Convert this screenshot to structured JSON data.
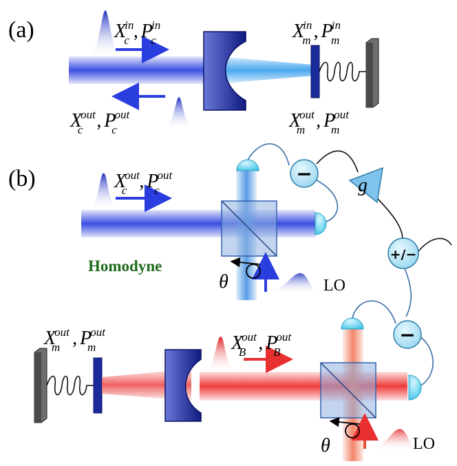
{
  "panel_a": {
    "label": "(a)",
    "cavity_in": {
      "x": "X",
      "x_sub": "c",
      "x_sup": "in",
      "p": "P",
      "p_sub": "c",
      "p_sup": "in"
    },
    "cavity_out": {
      "x": "X",
      "x_sub": "c",
      "x_sup": "out",
      "p": "P",
      "p_sub": "c",
      "p_sup": "out"
    },
    "mech_in": {
      "x": "X",
      "x_sub": "m",
      "x_sup": "in",
      "p": "P",
      "p_sub": "m",
      "p_sup": "in"
    },
    "mech_out": {
      "x": "X",
      "x_sub": "m",
      "x_sup": "out",
      "p": "P",
      "p_sub": "m",
      "p_sup": "out"
    }
  },
  "panel_b": {
    "label": "(b)",
    "cavity_out": {
      "x": "X",
      "x_sub": "c",
      "x_sup": "out",
      "p": "P",
      "p_sub": "c",
      "p_sup": "out"
    },
    "mech_out": {
      "x": "X",
      "x_sub": "m",
      "x_sup": "out",
      "p": "P",
      "p_sub": "m",
      "p_sup": "out"
    },
    "b_out": {
      "x": "X",
      "x_sub": "B",
      "x_sup": "out",
      "p": "P",
      "p_sub": "B",
      "p_sup": "out"
    },
    "homodyne_label": "Homodyne",
    "theta_1": "θ",
    "theta_2": "θ",
    "lo_1": "LO",
    "lo_2": "LO",
    "minus_1": "−",
    "minus_2": "−",
    "gain": "g",
    "plus_minus": "+/−"
  },
  "colors": {
    "blue_beam": "#3b4fe0",
    "red_beam": "#f03c3c",
    "mirror_blue": "#1a2a9a",
    "detector": "#55d0ea",
    "gray_wall": "#555555",
    "homodyne_green": "#1e6b1e"
  }
}
